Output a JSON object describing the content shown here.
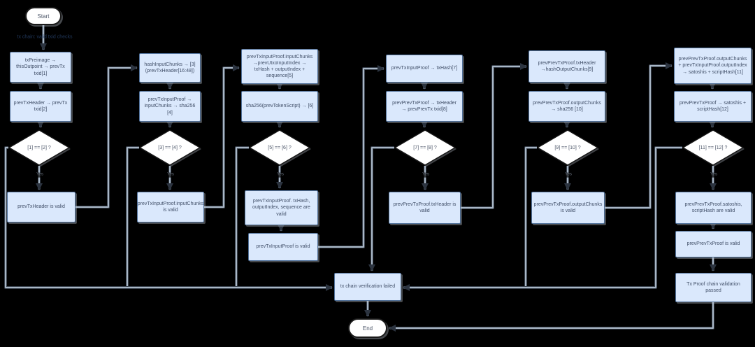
{
  "diagram": {
    "start": "Start",
    "end": "End",
    "yes": "Yes",
    "start_edge_label": "tx chain: valid txid checks",
    "failed": "tx chain verification failed",
    "columns": [
      {
        "box1": "txPreimage → thisOutpoint → prevTx txid[1]",
        "box2": "prevTxHeader → prevTx txid[2]",
        "condition": "[1] == [2] ?",
        "results": [
          "prevTxHeader is valid"
        ]
      },
      {
        "box1": "hashInputChunks → [3] (prevTxHeader[16:48])",
        "box2": "prevTxInputProof → inputChunks → sha256 [4]",
        "condition": "[3] == [4] ?",
        "results": [
          "prevTxInputProof.inputChunks is valid"
        ]
      },
      {
        "box1": "prevTxInputProof.inputChunks →prevUtxoInputIndex → txHash + outputIndex + sequence[5]",
        "box2": "sha256(prevTokenScript) → [6]",
        "condition": "[5] == [6] ?",
        "results": [
          "prevTxInputProof. txHash, outputIndex, sequence are valid",
          "prevTxInputProof is valid"
        ]
      },
      {
        "box1": "prevTxInputProof → txHash[7]",
        "box2": "prevPrevTxProof → txHeader → prevPrevTx txid[8]",
        "condition": "[7] == [8] ?",
        "results": [
          "prevPrevTxProof.txHeader is valid"
        ]
      },
      {
        "box1": "prevPrevTxProof.txHeader →hashOutputChunks[9]",
        "box2": "prevPrevTxProof.outputChunks → sha256 [10]",
        "condition": "[9] == [10] ?",
        "results": [
          "prevPrevTxProof.outputChunks is valid"
        ]
      },
      {
        "box1": "prevPrevTxProof.outputChunks + prevTxInputProof.outputIndex → satoshis + scriptHash[11]",
        "box2": "prevPrevTxProof → satoshis + scriptHash[12]",
        "condition": "[11] == [12] ?",
        "results": [
          "prevPrevTxProof.satoshis, scriptHash are valid",
          "prevPrevTxProof is valid",
          "Tx Proof chain validation passed"
        ]
      }
    ],
    "colors": {
      "box_fill": "#dae8fc",
      "box_border": "#52729b",
      "diamond_fill": "#ffffff",
      "edge_core": "#a9b7c6",
      "edge_casing": "#39414d",
      "background": "#000000"
    }
  }
}
